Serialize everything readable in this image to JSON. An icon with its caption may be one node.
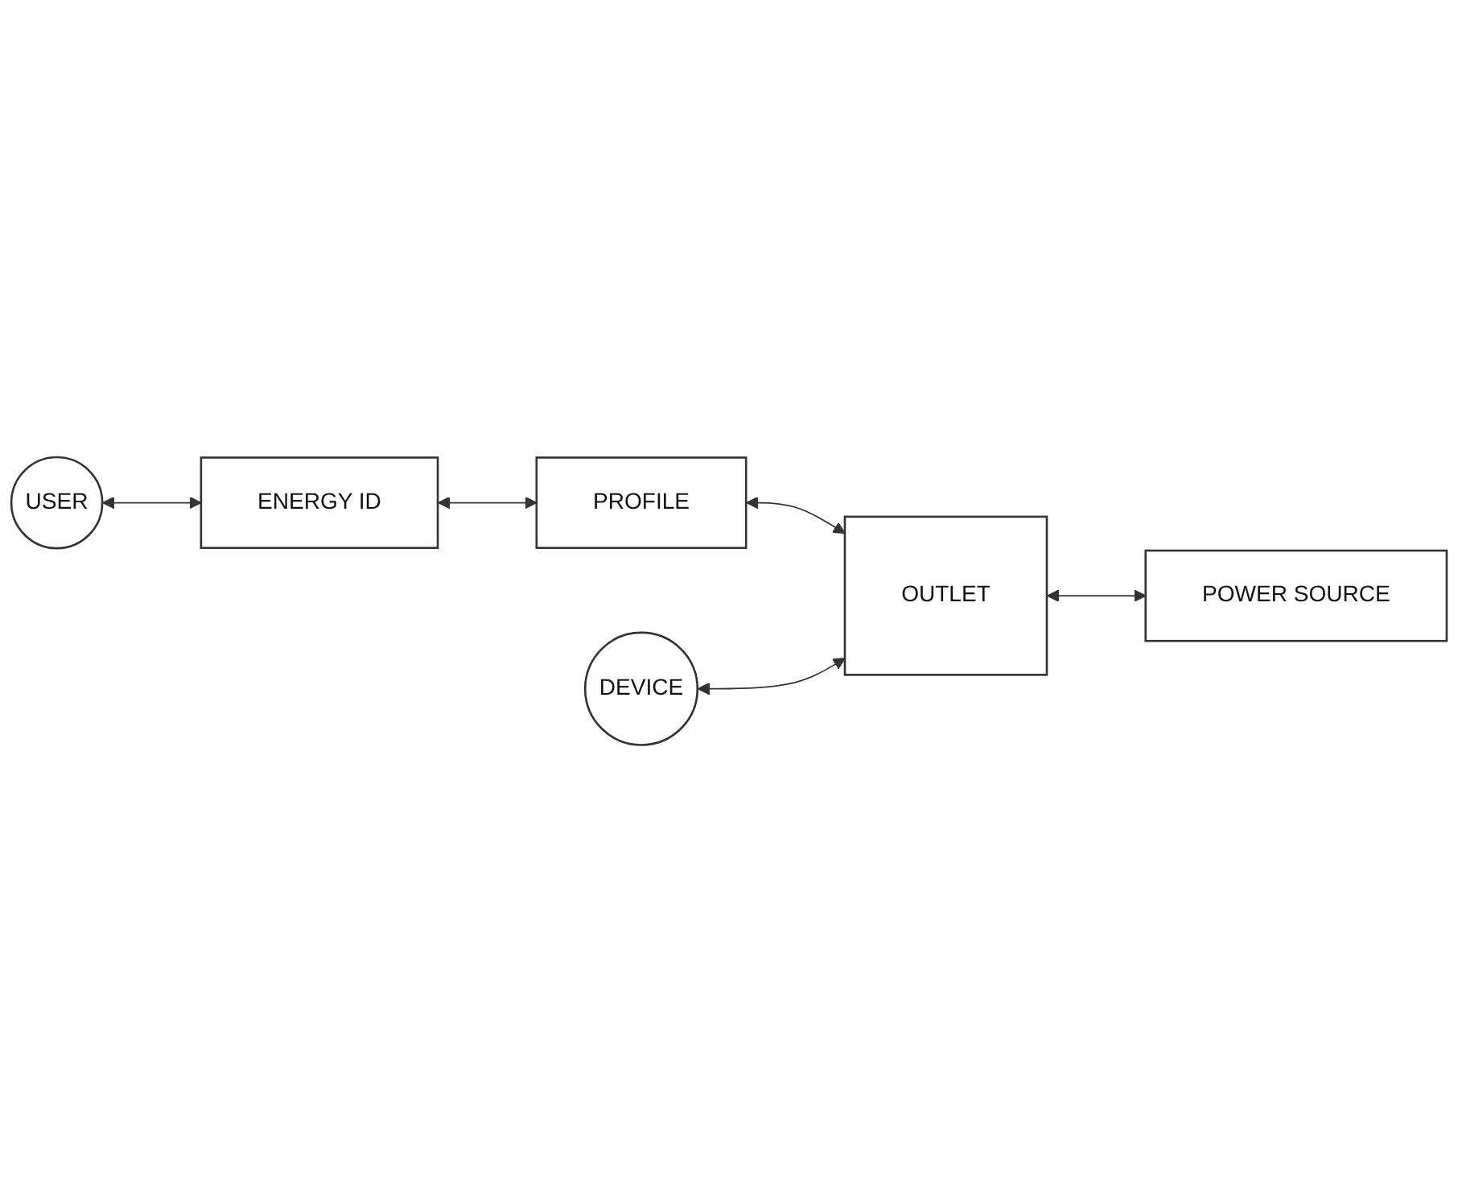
{
  "diagram": {
    "nodes": [
      {
        "text": [
          "USER"
        ]
      },
      {
        "text": [
          "ENERGY ID"
        ]
      },
      {
        "text": [
          "PROFILE"
        ]
      },
      {
        "text": [
          "OUTLET"
        ]
      },
      {
        "text": [
          "DEVICE"
        ]
      },
      {
        "text": [
          "POWER SOURCE"
        ]
      }
    ],
    "edges": [
      {
        "from": 0,
        "to": 1,
        "arrow": "both"
      },
      {
        "from": 1,
        "to": 2,
        "arrow": "both"
      },
      {
        "from": 2,
        "to": 3,
        "arrow": "both"
      },
      {
        "from": 4,
        "to": 3,
        "arrow": "both"
      },
      {
        "from": 3,
        "to": 5,
        "arrow": "both"
      }
    ]
  }
}
